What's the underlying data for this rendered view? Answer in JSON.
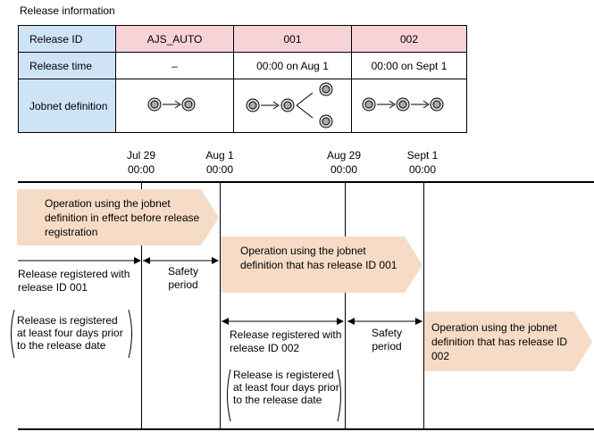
{
  "title": "Release information",
  "table": {
    "row_headers": [
      "Release ID",
      "Release time",
      "Jobnet definition"
    ],
    "release_ids": [
      "AJS_AUTO",
      "001",
      "002"
    ],
    "release_times": [
      "–",
      "00:00 on Aug 1",
      "00:00 on Sept 1"
    ]
  },
  "timeline": {
    "ticks": [
      {
        "date": "Jul 29",
        "time": "00:00"
      },
      {
        "date": "Aug 1",
        "time": "00:00"
      },
      {
        "date": "Aug 29",
        "time": "00:00"
      },
      {
        "date": "Sept 1",
        "time": "00:00"
      }
    ]
  },
  "operations": [
    "Operation using the jobnet definition in effect before release registration",
    "Operation using the jobnet definition that has  release ID 001",
    "Operation using the jobnet definition that has release ID 002"
  ],
  "registrations": [
    "Release registered with  release ID 001",
    "Release registered with  release ID 002"
  ],
  "safety_period": "Safety period",
  "notes": [
    "Release is registered at least four days prior to the release date",
    "Release is registered at least four days prior to the release date"
  ],
  "colors": {
    "header_blue": "#cfe3f7",
    "id_pink": "#f7d3d8",
    "operation_fill": "#f6dcc7"
  }
}
